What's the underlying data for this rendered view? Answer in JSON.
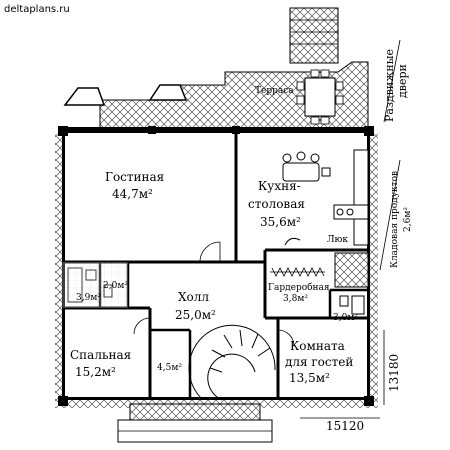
{
  "watermark": "deltaplans.ru",
  "labels": {
    "terrace": "Терраса",
    "sliding_doors_1": "Раздвижные",
    "sliding_doors_2": "двери",
    "pantry_1": "Кладовая продуктов",
    "pantry_area": "2,6м²",
    "hatch": "Люк",
    "dim_height": "13180",
    "dim_width": "15120"
  },
  "rooms": {
    "living": {
      "name": "Гостиная",
      "area": "44,7м²"
    },
    "kitchen": {
      "name1": "Кухня-",
      "name2": "столовая",
      "area": "35,6м²"
    },
    "hall": {
      "name": "Холл",
      "area": "25,0м²"
    },
    "wardrobe": {
      "name": "Гардеробная",
      "area": "3,8м²"
    },
    "bathroom_left": {
      "area": "3,9м²"
    },
    "wc_left": {
      "area": "2,0м²"
    },
    "bath_right": {
      "area": "3,0м²"
    },
    "bedroom": {
      "name": "Спальная",
      "area": "15,2м²"
    },
    "corridor": {
      "area": "4,5м²"
    },
    "guest": {
      "name1": "Комната",
      "name2": "для гостей",
      "area": "13,5м²"
    }
  }
}
